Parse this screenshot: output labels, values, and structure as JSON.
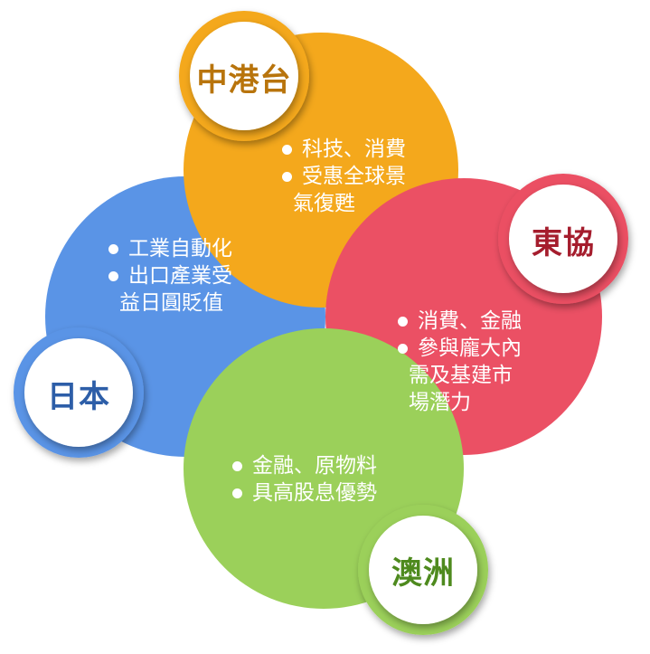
{
  "regions": [
    {
      "key": "hk_china_taiwan",
      "label": "中港台",
      "color": "#F4A81C",
      "label_color": "#B8740C",
      "bullets": [
        {
          "lines": [
            "科技、消費"
          ]
        },
        {
          "lines": [
            "受惠全球景",
            "氣復甦"
          ]
        }
      ]
    },
    {
      "key": "asean",
      "label": "東協",
      "color": "#EB5064",
      "label_color": "#A51D2D",
      "bullets": [
        {
          "lines": [
            "消費、金融"
          ]
        },
        {
          "lines": [
            "參與龐大內",
            "需及基建市",
            "場潛力"
          ]
        }
      ]
    },
    {
      "key": "japan",
      "label": "日本",
      "color": "#5A94E6",
      "label_color": "#2D5EA8",
      "bullets": [
        {
          "lines": [
            "工業自動化"
          ]
        },
        {
          "lines": [
            "出口產業受",
            "益日圓貶值"
          ]
        }
      ]
    },
    {
      "key": "australia",
      "label": "澳洲",
      "color": "#9BD05A",
      "label_color": "#4E8A1E",
      "bullets": [
        {
          "lines": [
            "金融、原物料"
          ]
        },
        {
          "lines": [
            "具高股息優勢"
          ]
        }
      ]
    }
  ]
}
